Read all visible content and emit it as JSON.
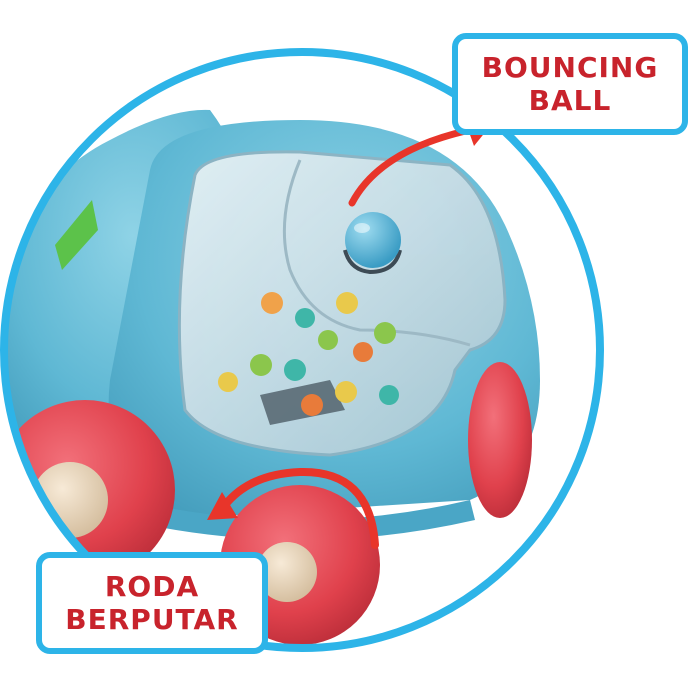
{
  "callouts": {
    "bouncing_ball": {
      "line1": "BOUNCING",
      "line2": "BALL"
    },
    "spinning_wheel": {
      "line1": "RODA",
      "line2": "BERPUTAR"
    }
  },
  "colors": {
    "frame_blue": "#2db4e8",
    "label_red": "#c8232c",
    "arrow_red": "#e8352a",
    "toy_body": "#5fb8d4",
    "wheel_red": "#e0414c",
    "hub_cream": "#e9d6bd",
    "window_glass": "#cfe3ea"
  },
  "icons": [
    "circular-frame",
    "curved-arrow-up",
    "curved-arrow-rotate"
  ]
}
